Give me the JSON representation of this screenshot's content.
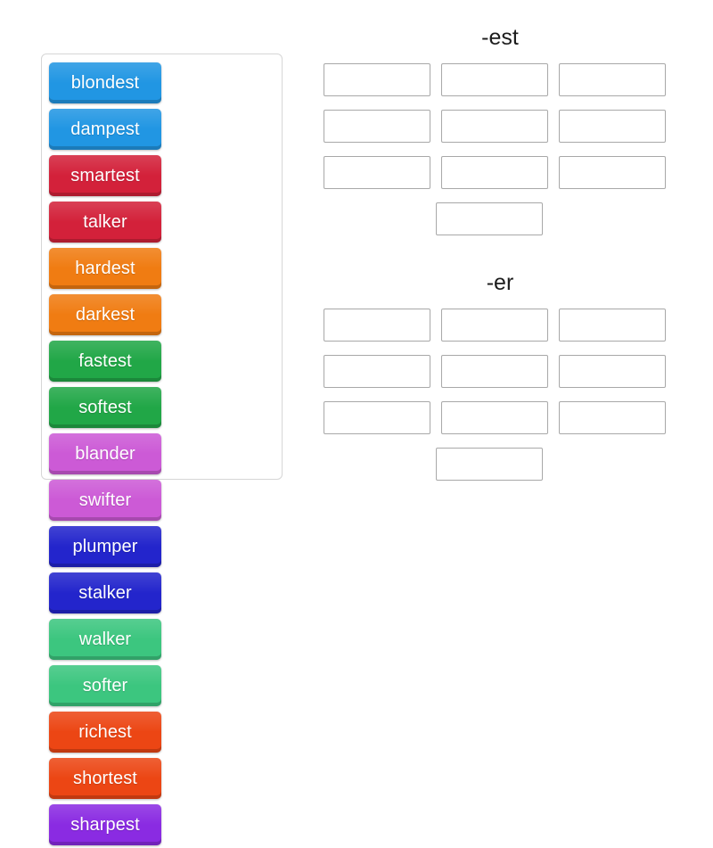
{
  "activity": {
    "type": "group-sort",
    "tray_label": "word-tiles"
  },
  "tiles": [
    {
      "label": "blondest",
      "color": "#2196e3"
    },
    {
      "label": "dampest",
      "color": "#2196e3"
    },
    {
      "label": "smartest",
      "color": "#d3213a"
    },
    {
      "label": "talker",
      "color": "#d3213a"
    },
    {
      "label": "hardest",
      "color": "#f07c12"
    },
    {
      "label": "darkest",
      "color": "#f07c12"
    },
    {
      "label": "fastest",
      "color": "#21a747"
    },
    {
      "label": "softest",
      "color": "#21a747"
    },
    {
      "label": "blander",
      "color": "#cc5ad6"
    },
    {
      "label": "swifter",
      "color": "#cc5ad6"
    },
    {
      "label": "plumper",
      "color": "#2325cc"
    },
    {
      "label": "stalker",
      "color": "#2325cc"
    },
    {
      "label": "walker",
      "color": "#3cc67f"
    },
    {
      "label": "softer",
      "color": "#3cc67f"
    },
    {
      "label": "richest",
      "color": "#ec4614"
    },
    {
      "label": "shortest",
      "color": "#ec4614"
    },
    {
      "label": "sharpest",
      "color": "#8a2be2"
    }
  ],
  "groups": [
    {
      "id": "est",
      "heading": "-est",
      "slot_count": 10,
      "slots": [
        "",
        "",
        "",
        "",
        "",
        "",
        "",
        "",
        "",
        ""
      ]
    },
    {
      "id": "er",
      "heading": "-er",
      "slot_count": 10,
      "slots": [
        "",
        "",
        "",
        "",
        "",
        "",
        "",
        "",
        "",
        ""
      ]
    }
  ],
  "colors": {
    "page_background": "#ffffff",
    "tray_border": "#d6d6d6",
    "drop_box_border": "#a8a8a8",
    "heading_text": "#1c1c1c",
    "tile_text": "#ffffff"
  }
}
